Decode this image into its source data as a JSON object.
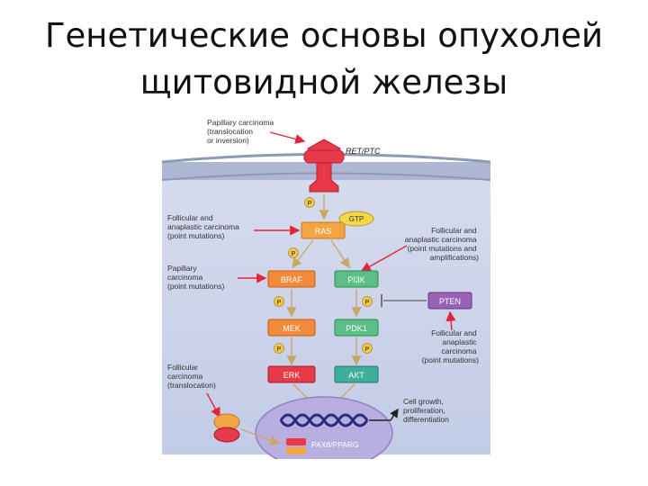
{
  "title": {
    "line1": "Генетические основы опухолей",
    "line2": "щитовидной железы"
  },
  "diagram": {
    "receptor_label": "RET/PTC",
    "nodes": {
      "ras": "RAS",
      "gtp": "GTP",
      "braf": "BRAF",
      "pi3k": "PI3K",
      "pten": "PTEN",
      "mek": "MEK",
      "pdk1": "PDK1",
      "erk": "ERK",
      "akt": "AKT",
      "pax8": "PAX8/PPARG",
      "phospho": "P"
    },
    "annotations": {
      "papillary_translocation": [
        "Papillary carcinoma",
        "(translocation",
        "or inversion)"
      ],
      "follicular_anaplastic_ras": [
        "Follicular and",
        "anaplastic carcinoma",
        "(point mutations)"
      ],
      "follicular_anaplastic_pi3k": [
        "Follicular and",
        "anaplastic carcinoma",
        "(point mutations and",
        "amplifications)"
      ],
      "papillary_braf": [
        "Papillary",
        "carcinoma",
        "(point mutations)"
      ],
      "follicular_anaplastic_pten": [
        "Follicular and",
        "anaplastic",
        "carcinoma",
        "(point mutations)"
      ],
      "follicular_translocation": [
        "Follicular",
        "carcinoma",
        "(translocation)"
      ],
      "cell_growth": [
        "Cell growth,",
        "proliferation,",
        "differentiation"
      ]
    },
    "colors": {
      "cytoplasm": "#c9d2ea",
      "membrane": "#9aa6c4",
      "receptor": "#e8394a",
      "ras_box": "#f2a542",
      "gtp": "#f3d64a",
      "braf_path": "#f28a3a",
      "pi3k_path": "#5bbf86",
      "pten": "#9a62b6",
      "nucleus": "#b8aee0",
      "dna": "#2b2d80",
      "arrow_red": "#e2253a",
      "phospho": "#f2c84a"
    }
  }
}
